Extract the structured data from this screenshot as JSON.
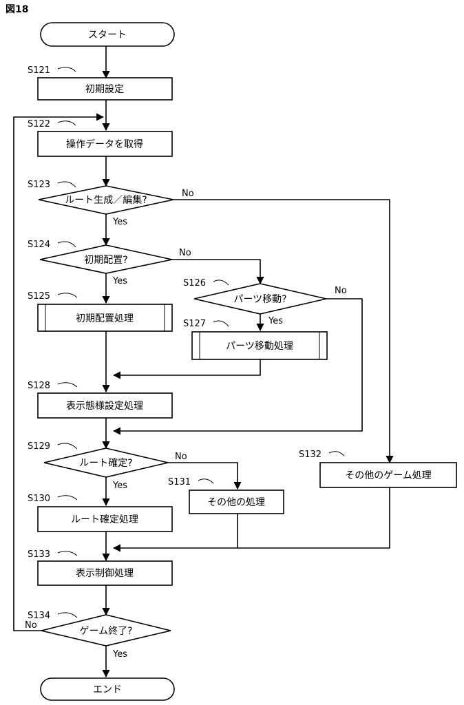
{
  "figure_label": "図18",
  "nodes": {
    "start": "スタート",
    "s121": "初期設定",
    "s122": "操作データを取得",
    "s123": "ルート生成／編集?",
    "s124": "初期配置?",
    "s125": "初期配置処理",
    "s126": "パーツ移動?",
    "s127": "パーツ移動処理",
    "s128": "表示態様設定処理",
    "s129": "ルート確定?",
    "s130": "ルート確定処理",
    "s131": "その他の処理",
    "s132": "その他のゲーム処理",
    "s133": "表示制御処理",
    "s134": "ゲーム終了?",
    "end": "エンド"
  },
  "step_ids": {
    "s121": "S121",
    "s122": "S122",
    "s123": "S123",
    "s124": "S124",
    "s125": "S125",
    "s126": "S126",
    "s127": "S127",
    "s128": "S128",
    "s129": "S129",
    "s130": "S130",
    "s131": "S131",
    "s132": "S132",
    "s133": "S133",
    "s134": "S134"
  },
  "branch_labels": {
    "yes": "Yes",
    "no": "No"
  }
}
